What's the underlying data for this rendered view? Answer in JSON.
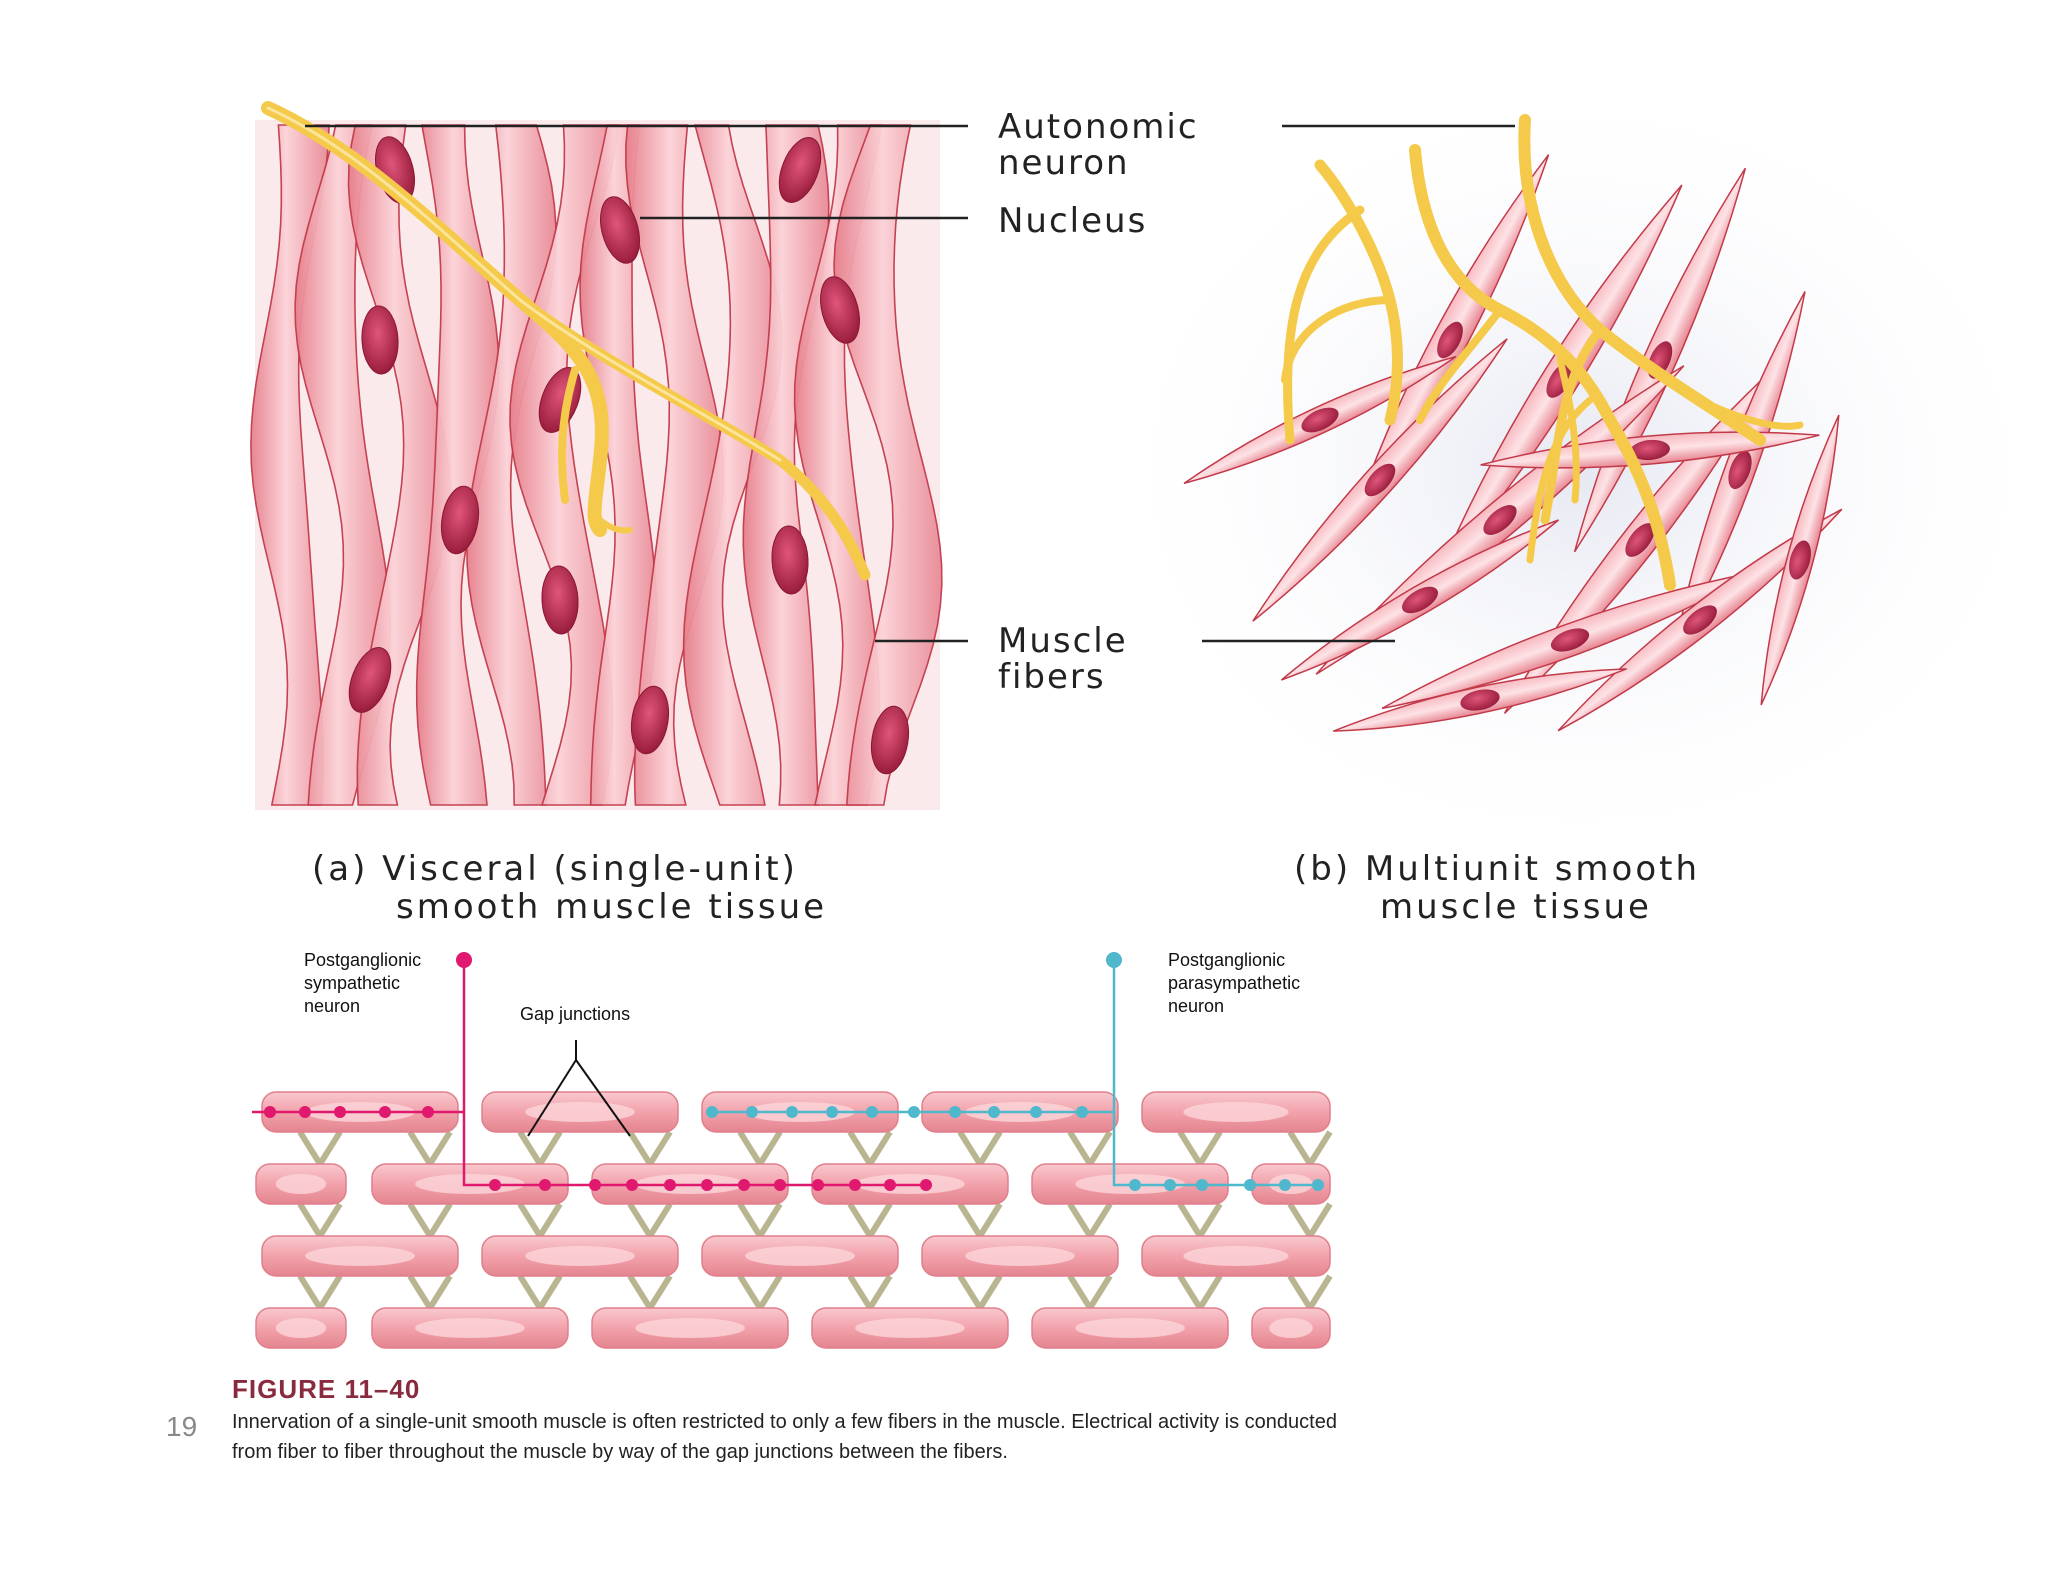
{
  "callouts": {
    "autonomic_line1": "Autonomic",
    "autonomic_line2": "neuron",
    "nucleus": "Nucleus",
    "muscle_line1": "Muscle",
    "muscle_line2": "fibers"
  },
  "panel_a": {
    "caption_line1": "(a) Visceral (single-unit)",
    "caption_line2": "smooth muscle tissue"
  },
  "panel_b": {
    "caption_line1": "(b) Multiunit smooth",
    "caption_line2": "muscle tissue"
  },
  "bottom": {
    "sympathetic_label": [
      "Postganglionic",
      "sympathetic",
      "neuron"
    ],
    "parasympathetic_label": [
      "Postganglionic",
      "parasympathetic",
      "neuron"
    ],
    "gap_label": "Gap junctions"
  },
  "figure": {
    "title": "FIGURE 11–40",
    "caption_line1": "Innervation of a single-unit smooth muscle is often restricted to only a few fibers in the muscle. Electrical activity is conducted",
    "caption_line2": "from fiber to fiber throughout the muscle by way of the gap junctions between the fibers."
  },
  "page_number": "19",
  "colors": {
    "fiber": "#f2a0a8",
    "fiber_light": "#fbd6da",
    "fiber_edge": "#c23a4a",
    "nucleus": "#b52548",
    "neuron": "#f5c94a",
    "sympathetic": "#e0186e",
    "parasympathetic": "#4fb8cc"
  }
}
